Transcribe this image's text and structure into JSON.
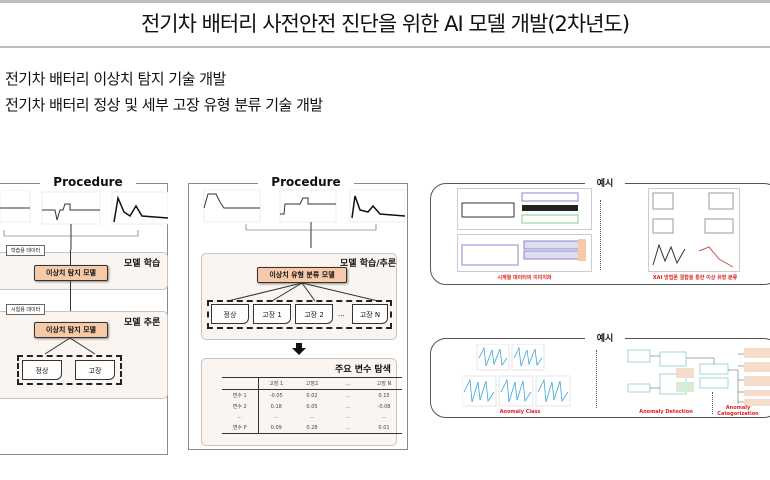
{
  "header": {
    "title": "전기차 배터리 사전안전 진단을 위한 AI 모델 개발(2차년도)"
  },
  "bullets": [
    "전기차 배터리 이상치 탐지 기술 개발",
    "전기차 배터리 정상 및 세부 고장 유형 분류 기술 개발"
  ],
  "panel1": {
    "title": "Procedure",
    "train_tag": "학습용 데이터",
    "train_section": "모델 학습",
    "train_model": "이상치 탐지 모델",
    "test_tag": "시험용 데이터",
    "test_section": "모델 추론",
    "test_model": "이상치 탐지 모델",
    "outputs": [
      "정상",
      "고장"
    ]
  },
  "panel2": {
    "title": "Procedure",
    "section": "모델 학습/추론",
    "model": "이상치 유형 분류 모델",
    "outputs": [
      "정상",
      "고장 1",
      "고장 2",
      "...",
      "고장 N"
    ],
    "table_title": "주요 변수 탐색",
    "table": {
      "headers": [
        "",
        "고장 1",
        "고장2",
        "...",
        "고장 N"
      ],
      "rows": [
        [
          "변수 1",
          "-0.05",
          "0.02",
          "...",
          "0.15"
        ],
        [
          "변수 2",
          "0.18",
          "0.05",
          "...",
          "-0.08"
        ],
        [
          "...",
          "...",
          "...",
          "...",
          "..."
        ],
        [
          "변수 P",
          "0.09",
          "0.28",
          "...",
          "0.01"
        ]
      ]
    }
  },
  "example1": {
    "title": "예시",
    "left_caption": "시계열 데이터의 이미지화",
    "right_caption": "XAI 방법론 결합을 통한 이상 유형 분류"
  },
  "example2": {
    "title": "예시",
    "left_caption": "Anomaly Class",
    "mid_caption": "Anomaly Detection",
    "right_caption": "Anomaly Categorization"
  }
}
